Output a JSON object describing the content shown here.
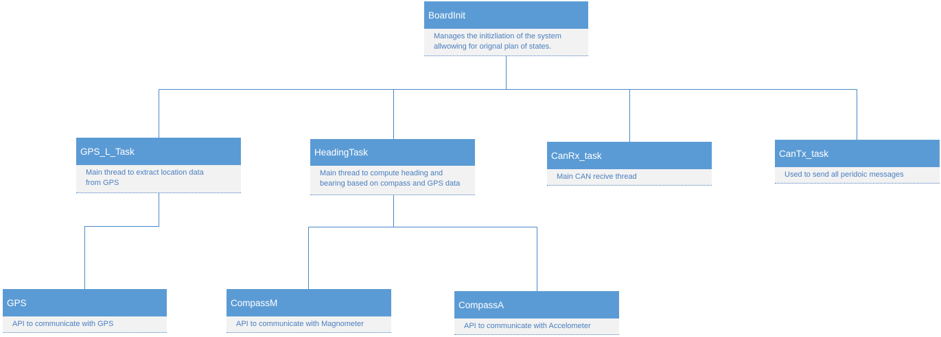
{
  "nodes": {
    "board_init": {
      "title": "BoardInit",
      "desc": [
        "Manages the initizliation of the system",
        "allwowing for orignal plan of states."
      ]
    },
    "gps_l_task": {
      "title": "GPS_L_Task",
      "desc": [
        "Main thread to extract location data",
        "from GPS"
      ]
    },
    "heading_task": {
      "title": "HeadingTask",
      "desc": [
        "Main thread to compute heading and",
        "bearing based on compass and GPS data"
      ]
    },
    "canrx_task": {
      "title": "CanRx_task",
      "desc": [
        "Main CAN recive thread"
      ]
    },
    "cantx_task": {
      "title": "CanTx_task",
      "desc": [
        "Used to send all peridoic messages"
      ]
    },
    "gps": {
      "title": "GPS",
      "desc": [
        "API to communicate with GPS"
      ]
    },
    "compass_m": {
      "title": "CompassM",
      "desc": [
        "API to communicate with Magnometer"
      ]
    },
    "compass_a": {
      "title": "CompassA",
      "desc": [
        "API to communicate with Accelometer"
      ]
    }
  },
  "colors": {
    "title_fill": "#5b9bd5",
    "title_text": "#ffffff",
    "desc_fill": "#f2f2f2",
    "desc_text": "#4a7ebf",
    "connector": "#4a86c5"
  }
}
